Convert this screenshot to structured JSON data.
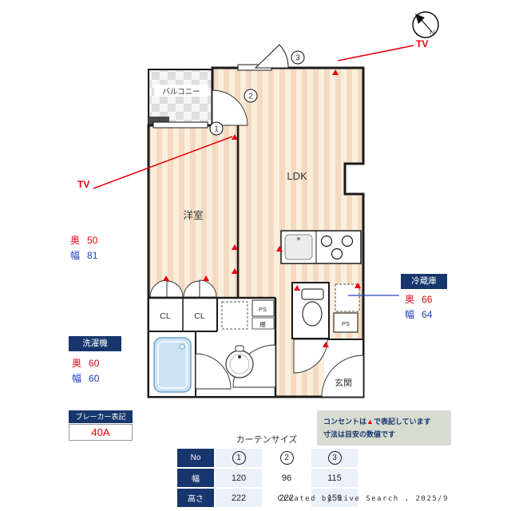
{
  "compass": {
    "north": "N"
  },
  "callouts": {
    "tv_top": "TV",
    "tv_left": "TV",
    "room": {
      "depth_label": "奥",
      "depth": "50",
      "width_label": "幅",
      "width": "81"
    },
    "washer": {
      "title": "洗濯機",
      "depth_label": "奥",
      "depth": "60",
      "width_label": "幅",
      "width": "60"
    },
    "fridge": {
      "title": "冷蔵庫",
      "depth_label": "奥",
      "depth": "66",
      "width_label": "幅",
      "width": "64"
    },
    "breaker": {
      "title": "ブレーカー表記",
      "value": "40A"
    }
  },
  "plan": {
    "rooms": {
      "balcony": "バルコニー",
      "western_room": "洋室",
      "ldk": "LDK",
      "cl1": "CL",
      "cl2": "CL",
      "genkan": "玄関",
      "ps_left": "PS",
      "ps_right": "PS",
      "shelf": "棚"
    },
    "markers": [
      "1",
      "2",
      "3"
    ]
  },
  "notes": {
    "line1_pre": "コンセントは",
    "line1_mark": "▲",
    "line1_post": "で表記しています",
    "line2": "寸法は目安の数値です"
  },
  "curtain": {
    "title": "カーテンサイズ",
    "row_headers": [
      "No",
      "幅",
      "高さ"
    ],
    "widths": [
      "120",
      "96",
      "115"
    ],
    "heights": [
      "222",
      "222",
      "159"
    ]
  },
  "credit": "Created by Live Search , 2025/9"
}
